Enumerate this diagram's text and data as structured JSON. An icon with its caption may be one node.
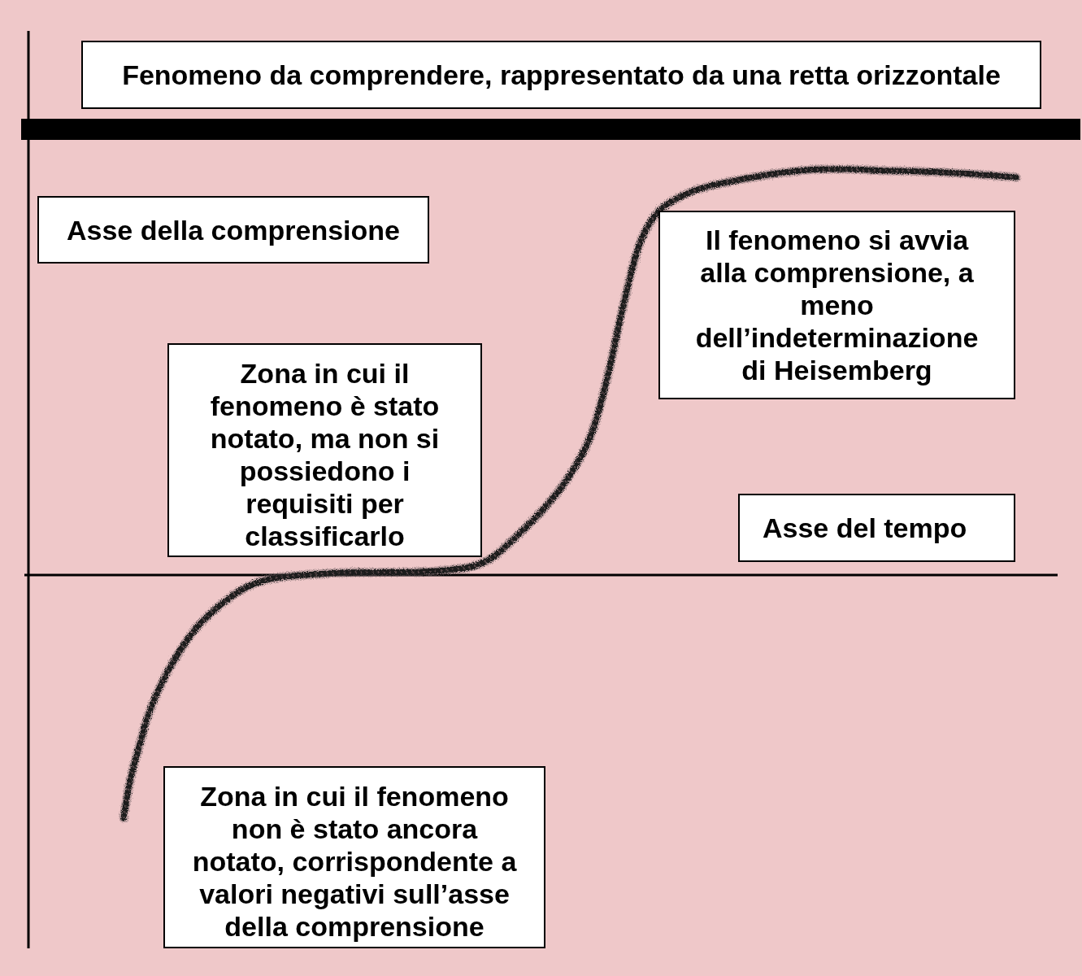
{
  "diagram": {
    "nodes": [
      {
        "text": [
          "Fenomeno da comprendere, rappresentato da una retta orizzontale"
        ]
      },
      {
        "text": [],
        "shape": "bar"
      },
      {
        "text": [
          "Asse della comprensione"
        ]
      },
      {
        "text": [
          "Zona in cui il fenomeno è stato notato, ma non si possiedono i requisiti per classificarlo"
        ]
      },
      {
        "text": [
          "Il fenomeno si avvia alla comprensione, a meno dell’indeterminazione di Heisemberg"
        ]
      },
      {
        "text": [
          "Asse del tempo"
        ]
      },
      {
        "text": [
          "Zona in cui il fenomeno non è stato ancora notato, corrispondente a valori negativi sull’asse della comprensione"
        ]
      }
    ]
  }
}
